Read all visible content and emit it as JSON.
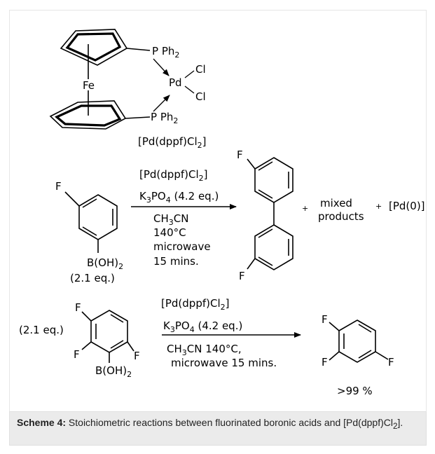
{
  "catalyst": {
    "pph2_top": "P Ph",
    "pph2_bottom": "P Ph",
    "sub2": "2",
    "fe": "Fe",
    "pd": "Pd",
    "cl1": "Cl",
    "cl2": "Cl",
    "name_main": "[Pd(dppf)Cl",
    "name_sub": "2",
    "name_end": "]"
  },
  "reaction1": {
    "reagent_main": "[Pd(dppf)Cl",
    "reagent_sub": "2",
    "reagent_end": "]",
    "base_k": "K",
    "base_k_sub": "3",
    "base_po": "PO",
    "base_po_sub": "4",
    "base_eq": " (4.2 eq.)",
    "solvent_main": "CH",
    "solvent_sub": "3",
    "solvent_end": "CN",
    "temperature": "140°C",
    "method": "microwave",
    "time": "15 mins.",
    "sm_f": "F",
    "sm_boh": "B(OH)",
    "sm_boh_sub": "2",
    "sm_eq": "(2.1 eq.)",
    "prod_f_top": "F",
    "prod_f_bottom": "F",
    "plus1": "+",
    "mixed_line1": "mixed",
    "mixed_line2": "products",
    "plus2": "+",
    "pd0": "[Pd(0)]"
  },
  "reaction2": {
    "sm_eq": "(2.1 eq.)",
    "reagent_main": "[Pd(dppf)Cl",
    "reagent_sub": "2",
    "reagent_end": "]",
    "base_k": "K",
    "base_k_sub": "3",
    "base_po": "PO",
    "base_po_sub": "4",
    "base_eq": " (4.2 eq.)",
    "cond_main": "CH",
    "cond_sub": "3",
    "cond_end": "CN 140°C,",
    "cond_line2": "microwave 15 mins.",
    "sm_f1": "F",
    "sm_f2": "F",
    "sm_f3": "F",
    "sm_boh": "B(OH)",
    "sm_boh_sub": "2",
    "prod_f1": "F",
    "prod_f2": "F",
    "prod_f3": "F",
    "yield": ">99 %"
  },
  "caption": {
    "label": "Scheme 4:",
    "text": " Stoichiometric reactions between fluorinated boronic acids and [Pd(dppf)Cl",
    "sub": "2",
    "end": "]."
  }
}
